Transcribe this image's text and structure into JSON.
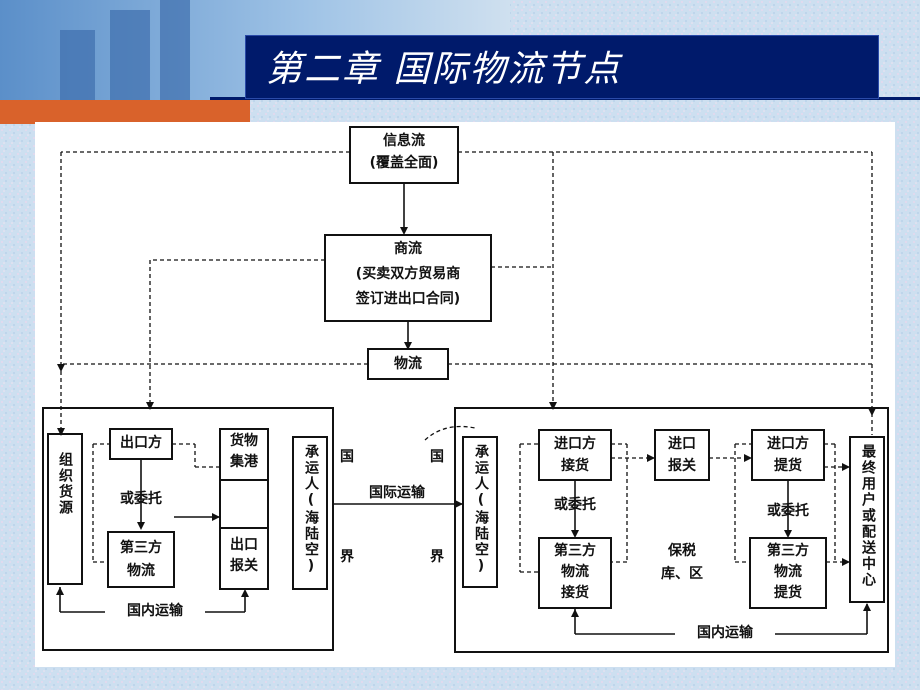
{
  "slide": {
    "title": "第二章   国际物流节点"
  },
  "diagram": {
    "info_flow": {
      "line1": "信息流",
      "line2": "(覆盖全面)"
    },
    "commerce_flow": {
      "line1": "商流",
      "line2": "(买卖双方贸易商",
      "line3": "签订进出口合同)"
    },
    "logistics_flow": "物流",
    "export": {
      "source": "组织货源",
      "exporter": "出口方",
      "or_entrust": "或委托",
      "third_party": {
        "line1": "第三方",
        "line2": "物流"
      },
      "port_collect": {
        "line1": "货物",
        "line2": "集港"
      },
      "customs": {
        "line1": "出口",
        "line2": "报关"
      },
      "domestic_transport": "国内运输"
    },
    "carrier_left": "承运人(海陆空)",
    "border": {
      "guo": "国",
      "jie": "界"
    },
    "international_transport": "国际运输",
    "import": {
      "carrier_right": "承运人(海陆空)",
      "importer": {
        "line1": "进口方",
        "line2": "接货"
      },
      "or_entrust": "或委托",
      "third_party": {
        "line1": "第三方",
        "line2": "物流",
        "line3": "接货"
      },
      "customs": {
        "line1": "进口",
        "line2": "报关"
      },
      "bonded": {
        "line1": "保税",
        "line2": "库、区"
      },
      "pickup": {
        "line1": "进口方",
        "line2": "提货"
      },
      "or_entrust2": "或委托",
      "third_party2": {
        "line1": "第三方",
        "line2": "物流",
        "line3": "提货"
      },
      "end_user": "最终用户或配送中心",
      "domestic_transport": "国内运输"
    }
  }
}
